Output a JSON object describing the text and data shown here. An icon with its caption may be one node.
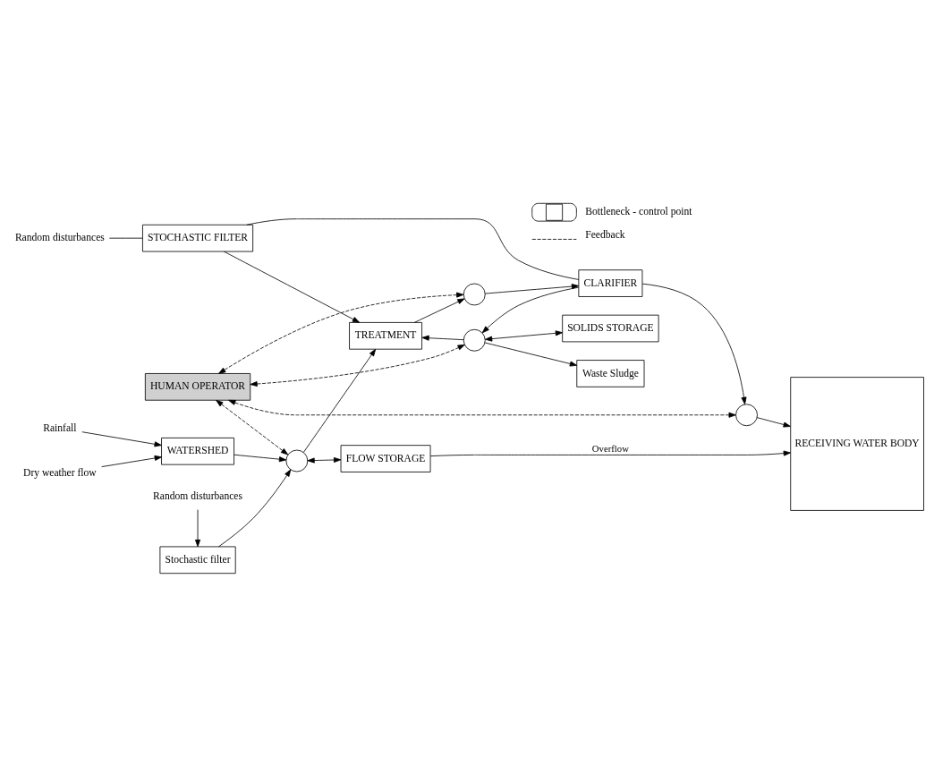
{
  "diagram": {
    "nodes": [
      {
        "text": [
          "Rainfall"
        ]
      },
      {
        "text": [
          "Dry weather flow"
        ]
      },
      {
        "text": [
          "Random disturbances"
        ]
      },
      {
        "text": [
          "HUMAN OPERATOR"
        ]
      },
      {
        "text": [
          "STOCHASTIC FILTER"
        ]
      },
      {
        "text": [
          "WATERSHED"
        ]
      },
      {
        "text": [],
        "shape": "circle"
      },
      {
        "text": [
          "TREATMENT"
        ]
      },
      {
        "text": [],
        "shape": "circle"
      },
      {
        "text": [
          "CLARIFIER"
        ]
      },
      {
        "text": [],
        "shape": "circle"
      },
      {
        "text": [
          "Stochastic filter"
        ]
      },
      {
        "text": [],
        "shape": "circle"
      },
      {
        "text": [
          "Waste Sludge"
        ]
      },
      {
        "text": [
          "Random disturbances"
        ]
      },
      {
        "text": [
          "FLOW STORAGE"
        ]
      },
      {
        "text": [
          "SOLIDS STORAGE"
        ]
      },
      {
        "text": [
          "RECEIVING WATER BODY"
        ]
      }
    ],
    "edges": [
      {
        "from": 0,
        "to": 5,
        "arrow": "to"
      },
      {
        "from": 1,
        "to": 5,
        "arrow": "to"
      },
      {
        "from": 2,
        "to": 4,
        "arrow": "none"
      },
      {
        "from": 4,
        "to": 7,
        "arrow": "to"
      },
      {
        "from": 4,
        "to": 9,
        "arrow": "none"
      },
      {
        "from": 6,
        "to": 3,
        "arrow": "both",
        "style": "dashed"
      },
      {
        "from": 3,
        "to": 8,
        "arrow": "both",
        "style": "dashed"
      },
      {
        "from": 3,
        "to": 10,
        "arrow": "both",
        "style": "dashed"
      },
      {
        "from": 3,
        "to": 12,
        "arrow": "both",
        "style": "dashed"
      },
      {
        "from": 5,
        "to": 6,
        "arrow": "to"
      },
      {
        "from": 11,
        "to": 6,
        "arrow": "to"
      },
      {
        "from": 14,
        "to": 11,
        "arrow": "to"
      },
      {
        "from": 6,
        "to": 7,
        "arrow": "to"
      },
      {
        "from": 6,
        "to": 15,
        "arrow": "both"
      },
      {
        "from": 7,
        "to": 8,
        "arrow": "to"
      },
      {
        "from": 8,
        "to": 9,
        "arrow": "to"
      },
      {
        "from": 9,
        "to": 10,
        "arrow": "to"
      },
      {
        "from": 10,
        "to": 17,
        "arrow": "to"
      },
      {
        "from": 9,
        "to": 12,
        "arrow": "to"
      },
      {
        "from": 12,
        "to": 7,
        "arrow": "to"
      },
      {
        "from": 12,
        "to": 13,
        "arrow": "to"
      },
      {
        "from": 12,
        "to": 16,
        "arrow": "both"
      },
      {
        "from": 15,
        "to": 17,
        "arrow": "to",
        "label": "Overflow"
      }
    ],
    "legend": [
      {
        "text": "Bottleneck - control point"
      },
      {
        "text": "Feedback"
      }
    ]
  }
}
